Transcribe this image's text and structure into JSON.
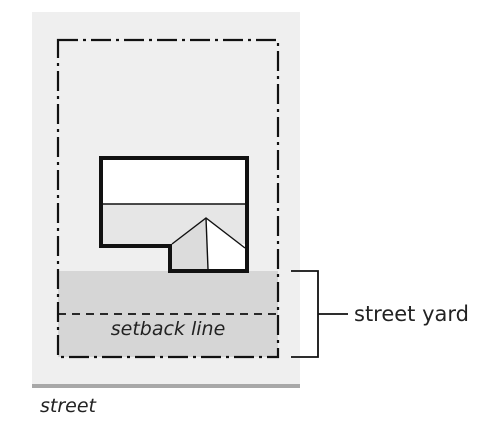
{
  "labels": {
    "setback": "setback line",
    "street_yard": "street yard",
    "street": "street"
  },
  "colors": {
    "lot_fill": "#efefef",
    "yard_fill": "#d6d6d6",
    "house_fill": "#ffffff",
    "house_lower_fill": "#e6e6e6",
    "garage_fill": "#dcdcdc",
    "street_line": "#a8a8a8",
    "ink": "#111111"
  }
}
